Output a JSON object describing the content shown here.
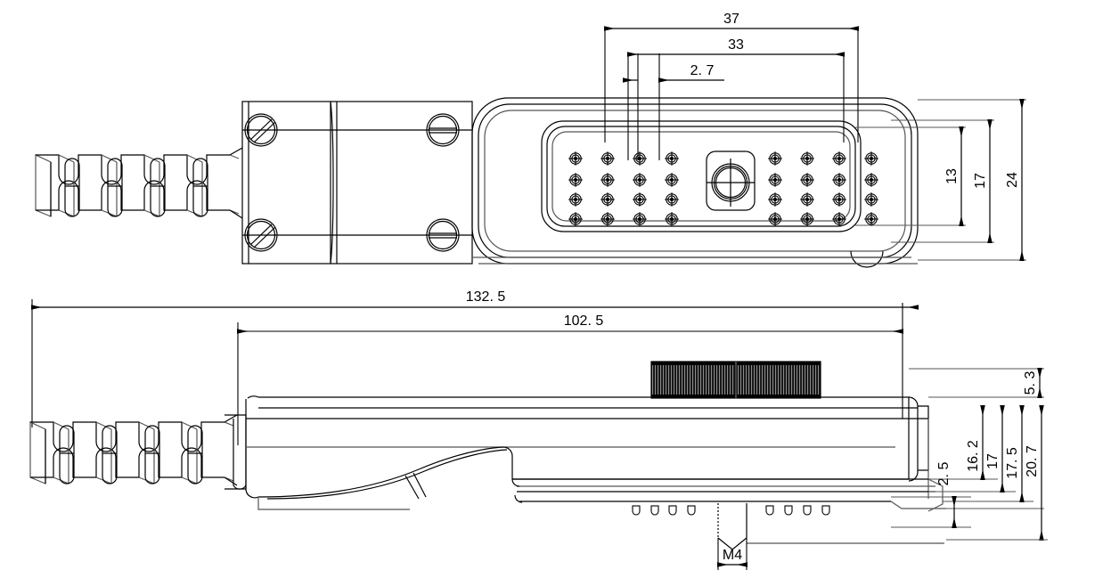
{
  "drawing": {
    "type": "engineering-drawing",
    "description": "Two orthographic views of a handheld probe / sensor head with cable strain relief",
    "units": "mm",
    "line_color": "#000000",
    "background_color": "#ffffff",
    "views": [
      {
        "name": "top-view",
        "label": ""
      },
      {
        "name": "side-view",
        "label": ""
      }
    ]
  },
  "dimensions": {
    "top_view": {
      "horizontal": [
        {
          "name": "dim-37",
          "value": "37"
        },
        {
          "name": "dim-33",
          "value": "33"
        },
        {
          "name": "dim-2-7",
          "value": "2. 7"
        }
      ],
      "vertical": [
        {
          "name": "dim-13",
          "value": "13"
        },
        {
          "name": "dim-17",
          "value": "17"
        },
        {
          "name": "dim-24",
          "value": "24"
        }
      ]
    },
    "side_view": {
      "horizontal": [
        {
          "name": "dim-132-5",
          "value": "132. 5"
        },
        {
          "name": "dim-102-5",
          "value": "102. 5"
        }
      ],
      "vertical": [
        {
          "name": "dim-5-3",
          "value": "5. 3"
        },
        {
          "name": "dim-2-5",
          "value": "2. 5"
        },
        {
          "name": "dim-16-2",
          "value": "16. 2"
        },
        {
          "name": "dim-17b",
          "value": "17"
        },
        {
          "name": "dim-17-5",
          "value": "17. 5"
        },
        {
          "name": "dim-20-7",
          "value": "20. 7"
        }
      ],
      "callouts": [
        {
          "name": "thread-callout-m4",
          "value": "M4"
        }
      ]
    }
  },
  "features": {
    "strain_relief": {
      "name": "cable-strain-relief",
      "segments": 4
    },
    "screws": {
      "name": "housing-screws",
      "count": 4
    },
    "vent_grid": {
      "name": "perforation-grid",
      "rows": 4,
      "cols": 4,
      "groups": 2
    },
    "center_port": {
      "name": "center-port",
      "shape": "rounded-square-with-circle"
    },
    "knurled_knob": {
      "name": "knurled-knob",
      "orientation": "horizontal"
    },
    "contact_pins": {
      "name": "contact-pins",
      "count": 8
    },
    "threaded_stud": {
      "name": "threaded-stud-m4"
    }
  }
}
